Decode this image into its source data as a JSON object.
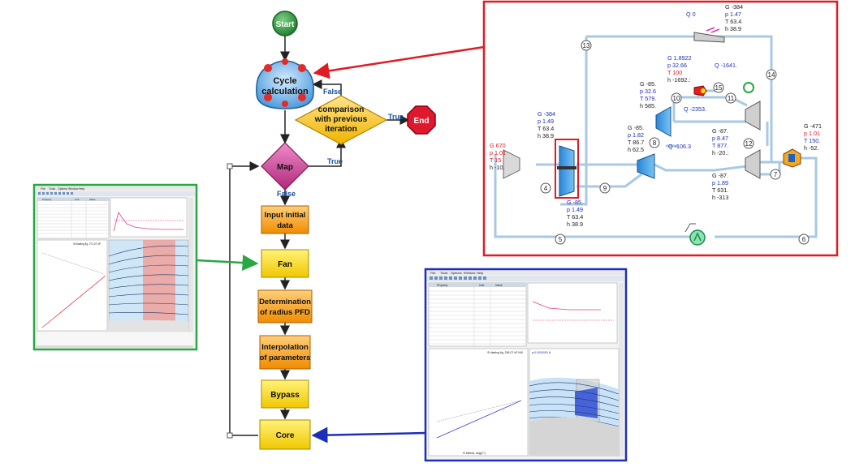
{
  "flowchart": {
    "start": "Start",
    "cycle": [
      "Cycle",
      "calculation"
    ],
    "compare": [
      "comparison",
      "with previous",
      "iteration"
    ],
    "end": "End",
    "map": "Map",
    "steps": [
      [
        "Input initial",
        "data"
      ],
      [
        "Fan"
      ],
      [
        "Determination",
        "of radius PFD"
      ],
      [
        "Interpolation",
        "of parameters"
      ],
      [
        "Bypass"
      ],
      [
        "Core"
      ]
    ],
    "labels": {
      "false_top": "False",
      "true_right": "True",
      "true_map": "True",
      "false_map": "False"
    }
  },
  "colors": {
    "step_fill": "#f5d020",
    "orange_fill": "#f5a623",
    "map_fill": "#d24fa0",
    "end_fill": "#e0182d",
    "start_fill": "#2e8b3a",
    "red_frame": "#e01b24",
    "green_frame": "#2aa745",
    "blue_frame": "#1c2fb8"
  },
  "cycle_scheme": {
    "nodes": [
      {
        "n": "13"
      },
      {
        "n": "14"
      },
      {
        "n": "15"
      },
      {
        "n": "10"
      },
      {
        "n": "11"
      },
      {
        "n": "12"
      },
      {
        "n": "4"
      },
      {
        "n": "9"
      },
      {
        "n": "8"
      },
      {
        "n": "7"
      },
      {
        "n": "5"
      },
      {
        "n": "6"
      }
    ],
    "params": {
      "top": [
        "G -384",
        "p 1.47",
        "T 63.4",
        "h 38.9"
      ],
      "q_top": "Q 0",
      "burner": [
        "G 1.8922",
        "p 32.66",
        "T 100",
        "h -1692.:"
      ],
      "q_burner": "Q -1641.",
      "comp_mid": [
        "G -85.",
        "p 32.6",
        "T 579.",
        "h 585."
      ],
      "q_comp": "Q -2353.",
      "fan_in": [
        "G -384",
        "p 1.49",
        "T 63.4",
        "h 38.9"
      ],
      "lp_comp": [
        "G -85.",
        "p 1.82",
        "T 86.7",
        "h 62.5"
      ],
      "q_lp": "Q -106.3",
      "inlet": [
        "G 670",
        "p 1.01",
        "T 15",
        "h -10."
      ],
      "bypass": [
        "G -85.",
        "p 1.49",
        "T 63.4",
        "h 38.9"
      ],
      "turb": [
        "G -87.",
        "p 8.47",
        "T 877.",
        "h -20.:"
      ],
      "turb2": [
        "G -87.",
        "p 1.89",
        "T 631.",
        "h -313"
      ],
      "nozzle": [
        "G -471",
        "p 1.01",
        "T 150.",
        "h -52."
      ]
    }
  },
  "windows": {
    "menu": [
      "File",
      "Tools",
      "Options",
      "Window",
      "Help"
    ],
    "green_table_header": [
      "Property",
      "Unit",
      "Value"
    ],
    "blue_table_header": [
      "Property",
      "Unit",
      "Value"
    ],
    "blue_xaxis": "Φ bleeds, deg(C°)",
    "blue_plot_title": "Φ blading fig, 295.07 kP N/K",
    "blue_side": "φ 0.0000000 N",
    "green_plot_title": "Φ blading fig, 271.07 kP"
  }
}
